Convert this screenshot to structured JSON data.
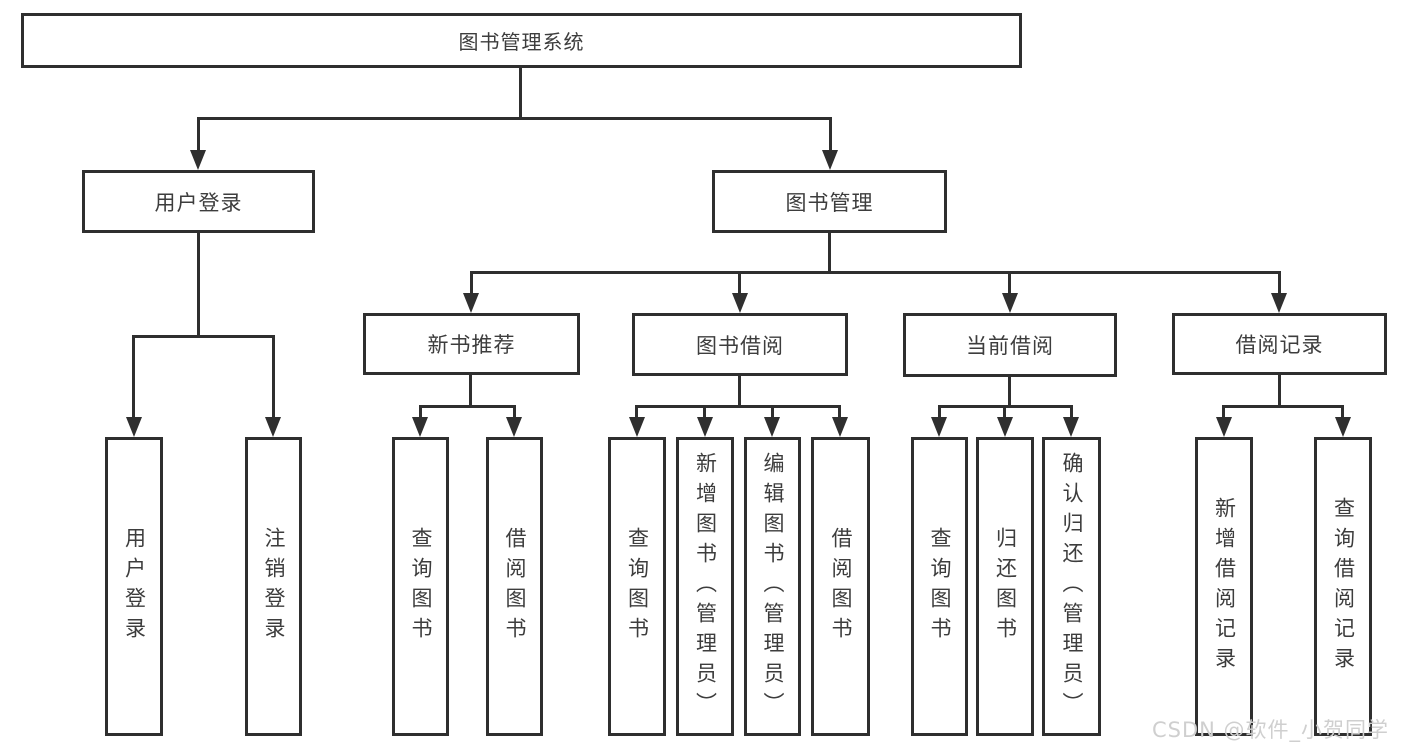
{
  "diagram": {
    "root": {
      "label": "图书管理系统"
    },
    "level1": [
      {
        "id": "user-login",
        "label": "用户登录"
      },
      {
        "id": "book-management",
        "label": "图书管理"
      }
    ],
    "level2": [
      {
        "id": "new-book-recommend",
        "label": "新书推荐",
        "parent": "book-management"
      },
      {
        "id": "book-borrow",
        "label": "图书借阅",
        "parent": "book-management"
      },
      {
        "id": "current-borrow",
        "label": "当前借阅",
        "parent": "book-management"
      },
      {
        "id": "borrow-records",
        "label": "借阅记录",
        "parent": "book-management"
      }
    ],
    "leaves": [
      {
        "group": "user-login",
        "label": "用户登录"
      },
      {
        "group": "user-login",
        "label": "注销登录"
      },
      {
        "group": "new-book-recommend",
        "label": "查询图书"
      },
      {
        "group": "new-book-recommend",
        "label": "借阅图书"
      },
      {
        "group": "book-borrow",
        "label": "查询图书"
      },
      {
        "group": "book-borrow",
        "label": "新增图书（管理员）"
      },
      {
        "group": "book-borrow",
        "label": "编辑图书（管理员）"
      },
      {
        "group": "book-borrow",
        "label": "借阅图书"
      },
      {
        "group": "current-borrow",
        "label": "查询图书"
      },
      {
        "group": "current-borrow",
        "label": "归还图书"
      },
      {
        "group": "current-borrow",
        "label": "确认归还（管理员）"
      },
      {
        "group": "borrow-records",
        "label": "新增借阅记录"
      },
      {
        "group": "borrow-records",
        "label": "查询借阅记录"
      }
    ],
    "colors": {
      "line": "#2f2f2f",
      "text": "#3d3d3d",
      "watermark": "#cfcfcf"
    }
  },
  "watermark": {
    "text": "CSDN @软件_小贺同学"
  }
}
